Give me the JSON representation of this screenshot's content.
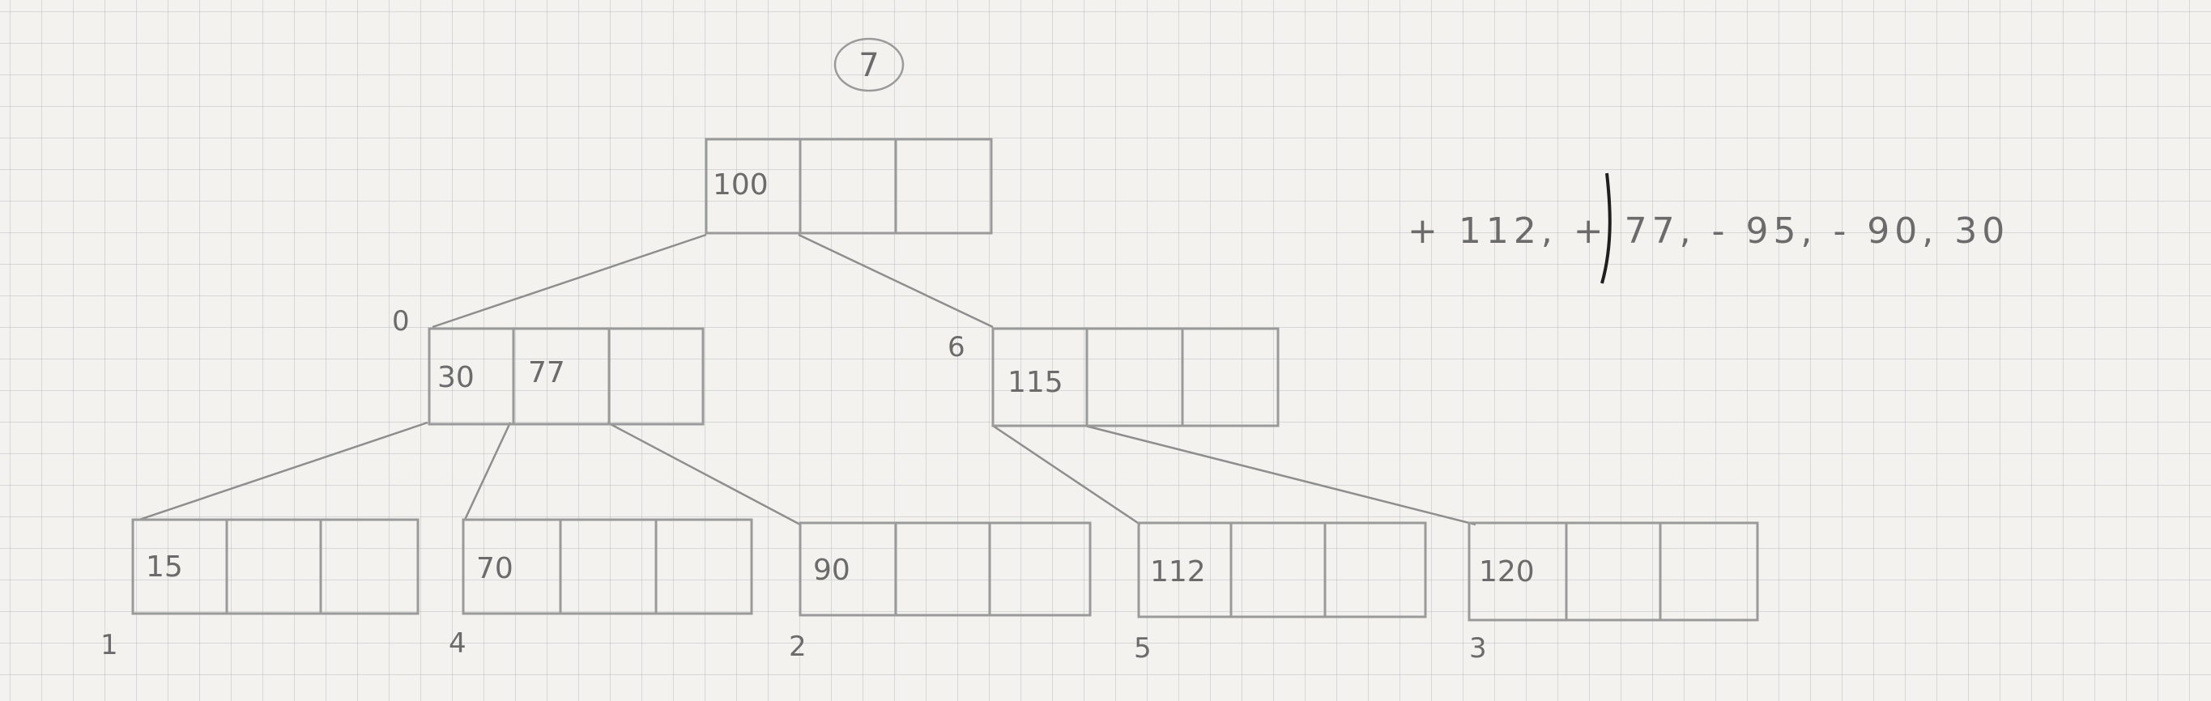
{
  "title": "7",
  "note": {
    "text": "+ 112, + 77, - 95, - 90, 30",
    "highlight_color": "#1f1f1f"
  },
  "tree": {
    "root": {
      "values": [
        "100",
        "",
        ""
      ]
    },
    "internal": [
      {
        "pointer": "0",
        "values": [
          "30",
          "77",
          ""
        ]
      },
      {
        "pointer": "6",
        "values": [
          "115",
          "",
          ""
        ]
      }
    ],
    "leaves": [
      {
        "pointer": "1",
        "values": [
          "15",
          "",
          ""
        ]
      },
      {
        "pointer": "4",
        "values": [
          "70",
          "",
          ""
        ]
      },
      {
        "pointer": "2",
        "values": [
          "90",
          "",
          ""
        ]
      },
      {
        "pointer": "5",
        "values": [
          "112",
          "",
          ""
        ]
      },
      {
        "pointer": "3",
        "values": [
          "120",
          "",
          ""
        ]
      }
    ]
  },
  "colors": {
    "paper": "#f3f2ee",
    "grid": "#a0a5af",
    "pencil": "#6b6b6b"
  }
}
